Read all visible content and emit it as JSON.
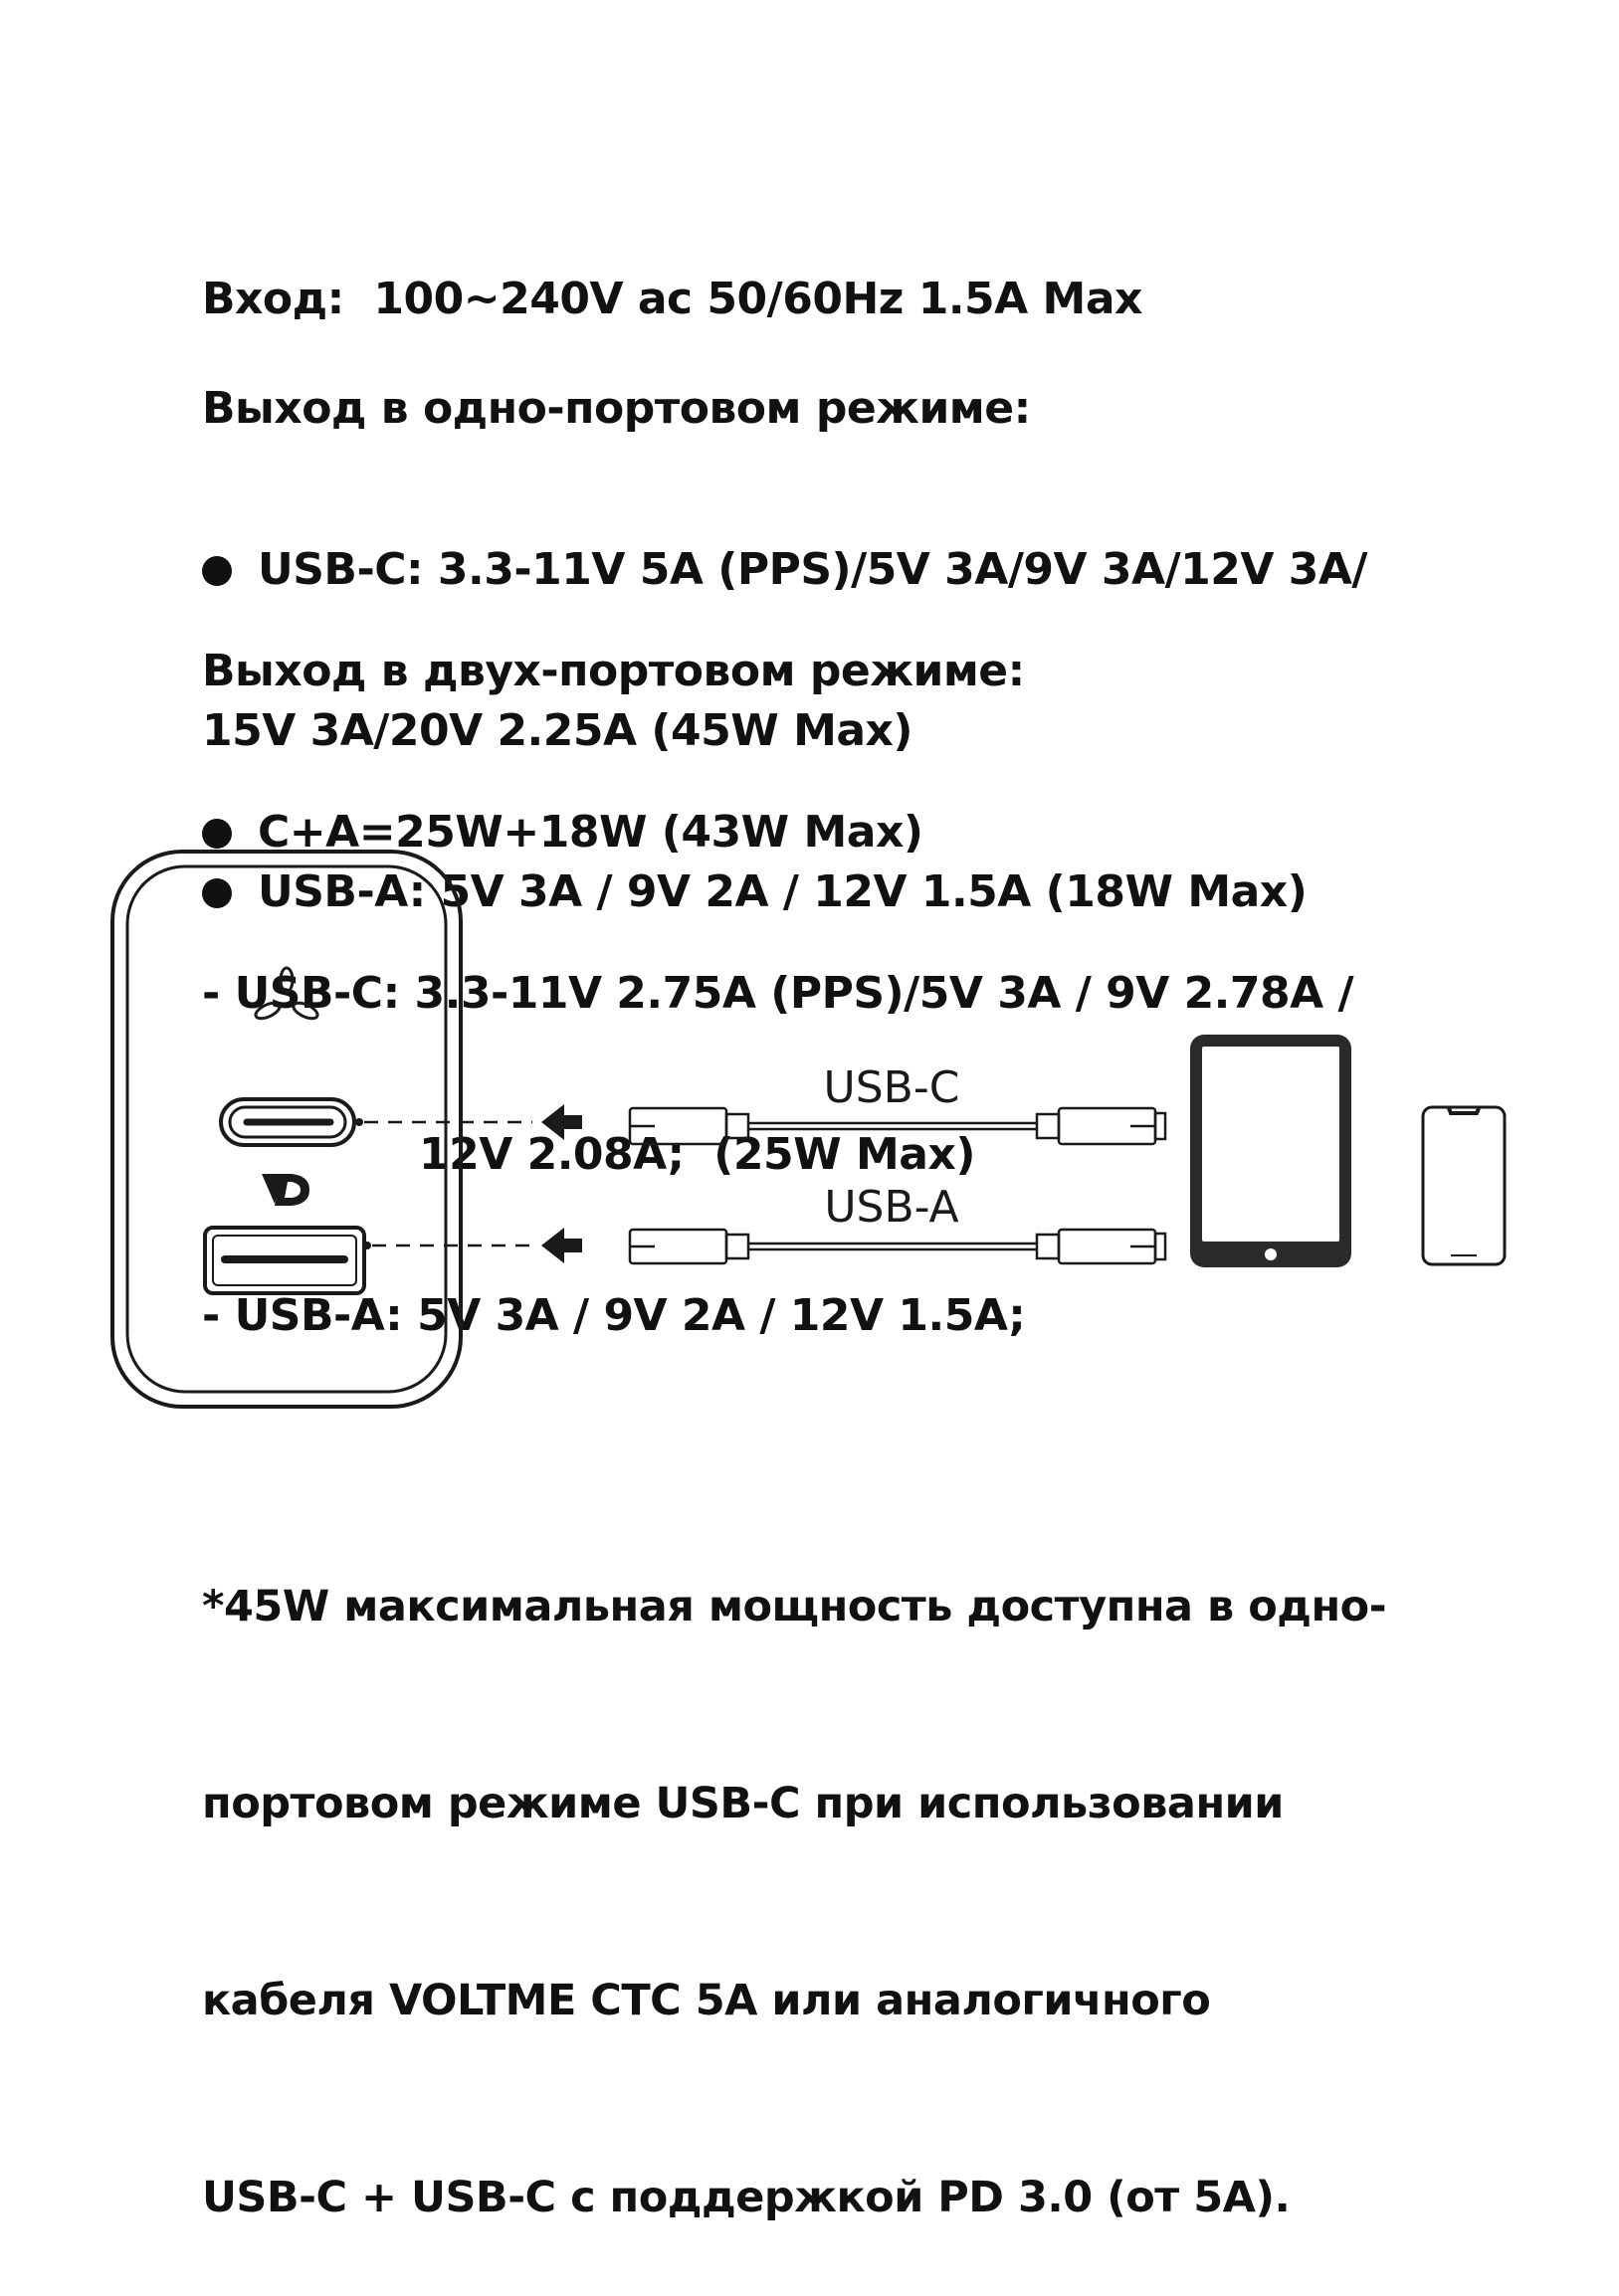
{
  "input": {
    "line": "Вход:  100~240V ac 50/60Hz 1.5A Max"
  },
  "single_port": {
    "heading": "Выход в одно-портовом режиме:",
    "usbc_line1": "USB-C: 3.3-11V 5A (PPS)/5V 3A/9V 3A/12V 3A/",
    "usbc_line2": "15V 3A/20V 2.25A (45W Max)",
    "usba_line": "USB-A: 5V 3A / 9V 2A / 12V 1.5A (18W Max)"
  },
  "dual_port": {
    "heading": "Выход в двух-портовом режиме:",
    "combo_line": "C+A=25W+18W (43W Max)",
    "usbc_line1": "- USB-C: 3.3-11V 2.75A (PPS)/5V 3A / 9V 2.78A /",
    "usbc_line2": "12V 2.08A;  (25W Max)",
    "usba_line": "- USB-A: 5V 3A / 9V 2A / 12V 1.5A;"
  },
  "diagram": {
    "cable_top_label": "USB-C",
    "cable_bottom_label": "USB-A",
    "colors": {
      "stroke": "#1a1a1a",
      "fill_dark": "#2a2a2a",
      "background": "#ffffff"
    }
  },
  "footnote": {
    "line1": "*45W максимальная мощность доступна в одно-",
    "line2": "портовом режиме USB-C при использовании",
    "line3": "кабеля VOLTME CTC 5A или аналогичного",
    "line4": "USB-C + USB-C с поддержкой PD 3.0 (от 5A)."
  }
}
